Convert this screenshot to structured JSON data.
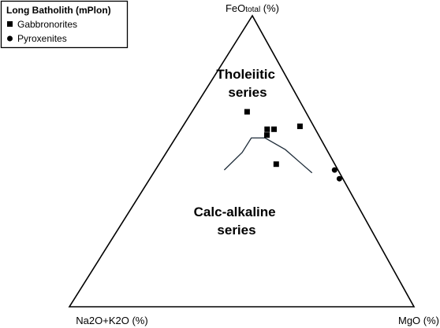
{
  "chart_data": {
    "type": "scatter",
    "subtype": "ternary-AFM",
    "apex_labels": {
      "top": {
        "main": "FeO",
        "sub": "total",
        "suffix": " (%)"
      },
      "bottom_left": "Na2O+K2O (%)",
      "bottom_right": "MgO (%)"
    },
    "regions": [
      {
        "line1": "Tholeiitic",
        "line2": "series"
      },
      {
        "line1": "Calc-alkaline",
        "line2": "series"
      }
    ],
    "legend": {
      "title": "Long Batholith (mPlon)",
      "placement": "top-left",
      "entries": [
        {
          "label": "Gabbronorites",
          "marker": "square"
        },
        {
          "label": "Pyroxenites",
          "marker": "circle"
        }
      ]
    },
    "boundary_curve": {
      "description": "tholeiitic / calc-alkaline divide",
      "points": [
        {
          "A": 33,
          "F": 47,
          "M": 20
        },
        {
          "A": 25,
          "F": 53,
          "M": 22
        },
        {
          "A": 20,
          "F": 58,
          "M": 22
        },
        {
          "A": 16,
          "F": 58,
          "M": 26
        },
        {
          "A": 12,
          "F": 54,
          "M": 34
        },
        {
          "A": 8,
          "F": 46,
          "M": 46
        }
      ]
    },
    "series": [
      {
        "name": "Gabbronorites",
        "marker": "square",
        "points": [
          {
            "A": 17,
            "F": 67,
            "M": 16
          },
          {
            "A": 12,
            "F": 61,
            "M": 27
          },
          {
            "A": 14,
            "F": 61,
            "M": 25
          },
          {
            "A": 15,
            "F": 59,
            "M": 26
          },
          {
            "A": 4,
            "F": 62,
            "M": 34
          },
          {
            "A": 17,
            "F": 49,
            "M": 34
          }
        ]
      },
      {
        "name": "Pyroxenites",
        "marker": "circle",
        "points": [
          {
            "A": 1,
            "F": 47,
            "M": 52
          },
          {
            "A": 1,
            "F": 44,
            "M": 55
          }
        ]
      }
    ]
  }
}
